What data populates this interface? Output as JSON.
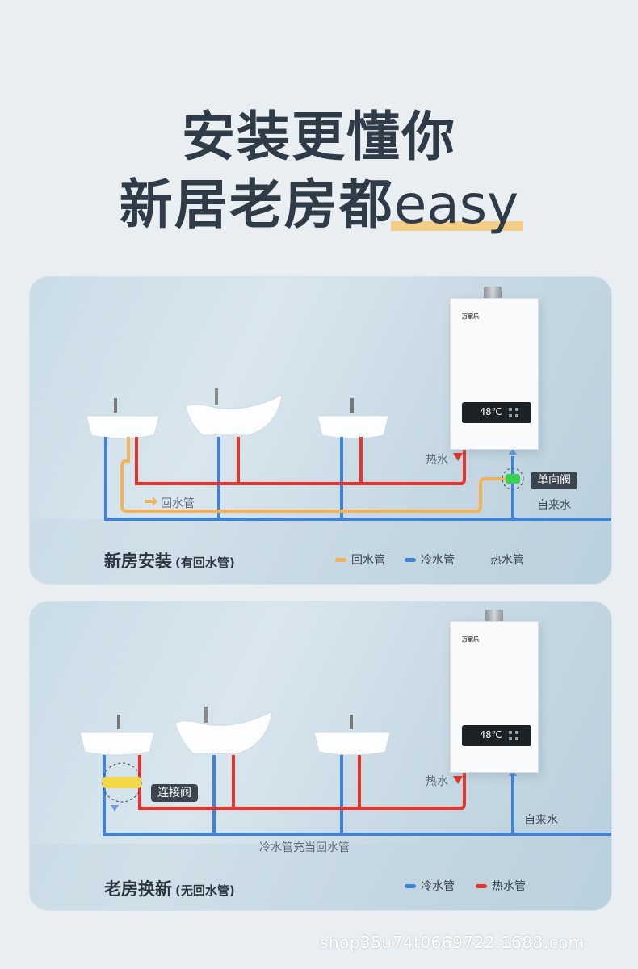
{
  "headline": {
    "line1": "安装更懂你",
    "line2_prefix": "新居老房都",
    "line2_highlight": "easy"
  },
  "panel_new": {
    "title": "新房安装",
    "subtitle": "(有回水管)",
    "labels": {
      "hot_water": "热水",
      "return_pipe": "回水管",
      "check_valve": "单向阀",
      "tap_water": "自来水"
    },
    "legend": [
      {
        "label": "回水管",
        "color": "#f0b25a"
      },
      {
        "label": "冷水管",
        "color": "#3f82d8"
      },
      {
        "label": "热水管",
        "color": ""
      }
    ],
    "heater": {
      "brand": "万家乐",
      "display": "48℃"
    }
  },
  "panel_old": {
    "title": "老房换新",
    "subtitle": "(无回水管)",
    "labels": {
      "hot_water": "热水",
      "connect_valve": "连接阀",
      "tap_water": "自来水",
      "cold_as_return": "冷水管充当回水管"
    },
    "legend": [
      {
        "label": "冷水管",
        "color": "#3f82d8"
      },
      {
        "label": "热水管",
        "color": "#e8352b"
      }
    ],
    "heater": {
      "brand": "万家乐",
      "display": "48℃"
    }
  },
  "colors": {
    "hot": "#e8352b",
    "cold": "#3f82d8",
    "return": "#f0b25a",
    "check_valve": "#38d24e",
    "connect_valve": "#f4d84a"
  },
  "watermark": "shop35u74t0669722.1688.com"
}
